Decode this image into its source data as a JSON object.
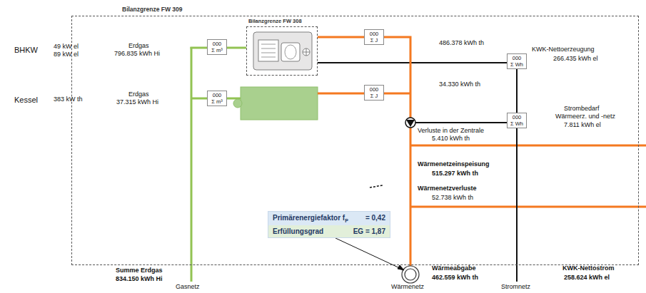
{
  "diagram": {
    "nodes": [
      {
        "text": [
          "Bilanzgrenze FW 309"
        ]
      },
      {
        "text": [
          "Bilanzgrenze FW 308"
        ],
        "in": 0
      },
      {
        "text": [
          "000",
          "Σ m³"
        ],
        "in": 0
      },
      {
        "text": [
          "000",
          "Σ m³"
        ],
        "in": 0
      },
      {
        "text": [
          "000",
          "Σ J"
        ],
        "in": 0
      },
      {
        "text": [
          "000",
          "Σ J"
        ],
        "in": 0
      },
      {
        "text": [
          "000",
          "Σ Wh"
        ],
        "in": 0
      },
      {
        "text": [
          "000",
          "Σ Wh"
        ],
        "in": 0
      },
      {
        "text": [
          "Primärenergiefaktor f",
          "P",
          "= 0,42",
          "Erfüllungsgrad",
          "EG = 1,87"
        ],
        "in": 0
      }
    ],
    "edges": [
      {
        "from": 2,
        "to": 1,
        "arrow": "none"
      },
      {
        "from": 1,
        "to": 4,
        "arrow": "none"
      },
      {
        "from": 1,
        "to": 6,
        "arrow": "none"
      }
    ],
    "labels": [
      "BHKW",
      "49 kW el",
      "89 kW el",
      "Erdgas",
      "796.835 kWh Hi",
      "Kessel",
      "383 kW th",
      "Erdgas",
      "37.315 kWh Hi",
      "486.378 kWh th",
      "KWK-Nettoerzeugung",
      "266.435 kWh el",
      "34.330 kWh th",
      "Strombedarf",
      "Wärmeerz. und -netz",
      "7.811 kWh el",
      "Verluste in der Zentrale",
      "5.410 kWh th",
      "Wärmenetzeinspeisung",
      "515.297 kWh th",
      "Wärmenetzverluste",
      "52.738 kWh th",
      "Summe Erdgas",
      "834.150 kWh Hi",
      "Wärmeabgabe",
      "462.559 kWh th",
      "KWK-Nettostrom",
      "258.624 kWh el",
      "Gasnetz",
      "Wärmenetz",
      "Stromnetz"
    ]
  }
}
